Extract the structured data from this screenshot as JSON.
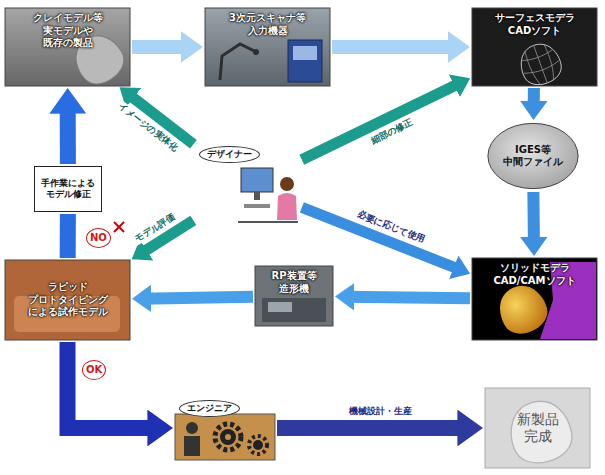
{
  "diagram": {
    "nodes": [
      {
        "text": [
          "クレイモデル等 実モデルや 既存の製品"
        ]
      },
      {
        "text": [
          "3次元スキャナ等 入力機器"
        ]
      },
      {
        "text": [
          "サーフェスモデラ CADソフト"
        ]
      },
      {
        "text": [
          "IGES等 中間ファイル"
        ]
      },
      {
        "text": [
          "デザイナー"
        ]
      },
      {
        "text": [
          "手作業による モデル修正"
        ]
      },
      {
        "text": [
          "ラピッド プロトタイピング による試作モデル"
        ]
      },
      {
        "text": [
          "RP装置等 造形機"
        ]
      },
      {
        "text": [
          "ソリッドモデラ CAD/CAMソフト"
        ]
      },
      {
        "text": [
          "エンジニア"
        ]
      },
      {
        "text": [
          "新製品 完成"
        ]
      }
    ],
    "edges": [
      {
        "from": 0,
        "to": 1,
        "arrow": "to"
      },
      {
        "from": 1,
        "to": 2,
        "arrow": "to"
      },
      {
        "from": 2,
        "to": 3,
        "arrow": "to"
      },
      {
        "from": 3,
        "to": 8,
        "arrow": "to"
      },
      {
        "from": 8,
        "to": 7,
        "arrow": "to"
      },
      {
        "from": 7,
        "to": 6,
        "arrow": "to"
      },
      {
        "from": 6,
        "to": 5,
        "arrow": "none"
      },
      {
        "from": 5,
        "to": 0,
        "arrow": "to"
      },
      {
        "from": 4,
        "to": 0,
        "label": "イメージの実体化",
        "arrow": "to"
      },
      {
        "from": 4,
        "to": 2,
        "label": "細部の修正",
        "arrow": "to"
      },
      {
        "from": 4,
        "to": 8,
        "label": "必要に応じて使用",
        "arrow": "to"
      },
      {
        "from": 4,
        "to": 6,
        "label": "モデル評価",
        "arrow": "to"
      },
      {
        "from": 6,
        "to": 9,
        "arrow": "to"
      },
      {
        "from": 9,
        "to": 10,
        "label": "機械設計・生産",
        "arrow": "to"
      }
    ],
    "labels": [
      "NO",
      "OK"
    ]
  }
}
